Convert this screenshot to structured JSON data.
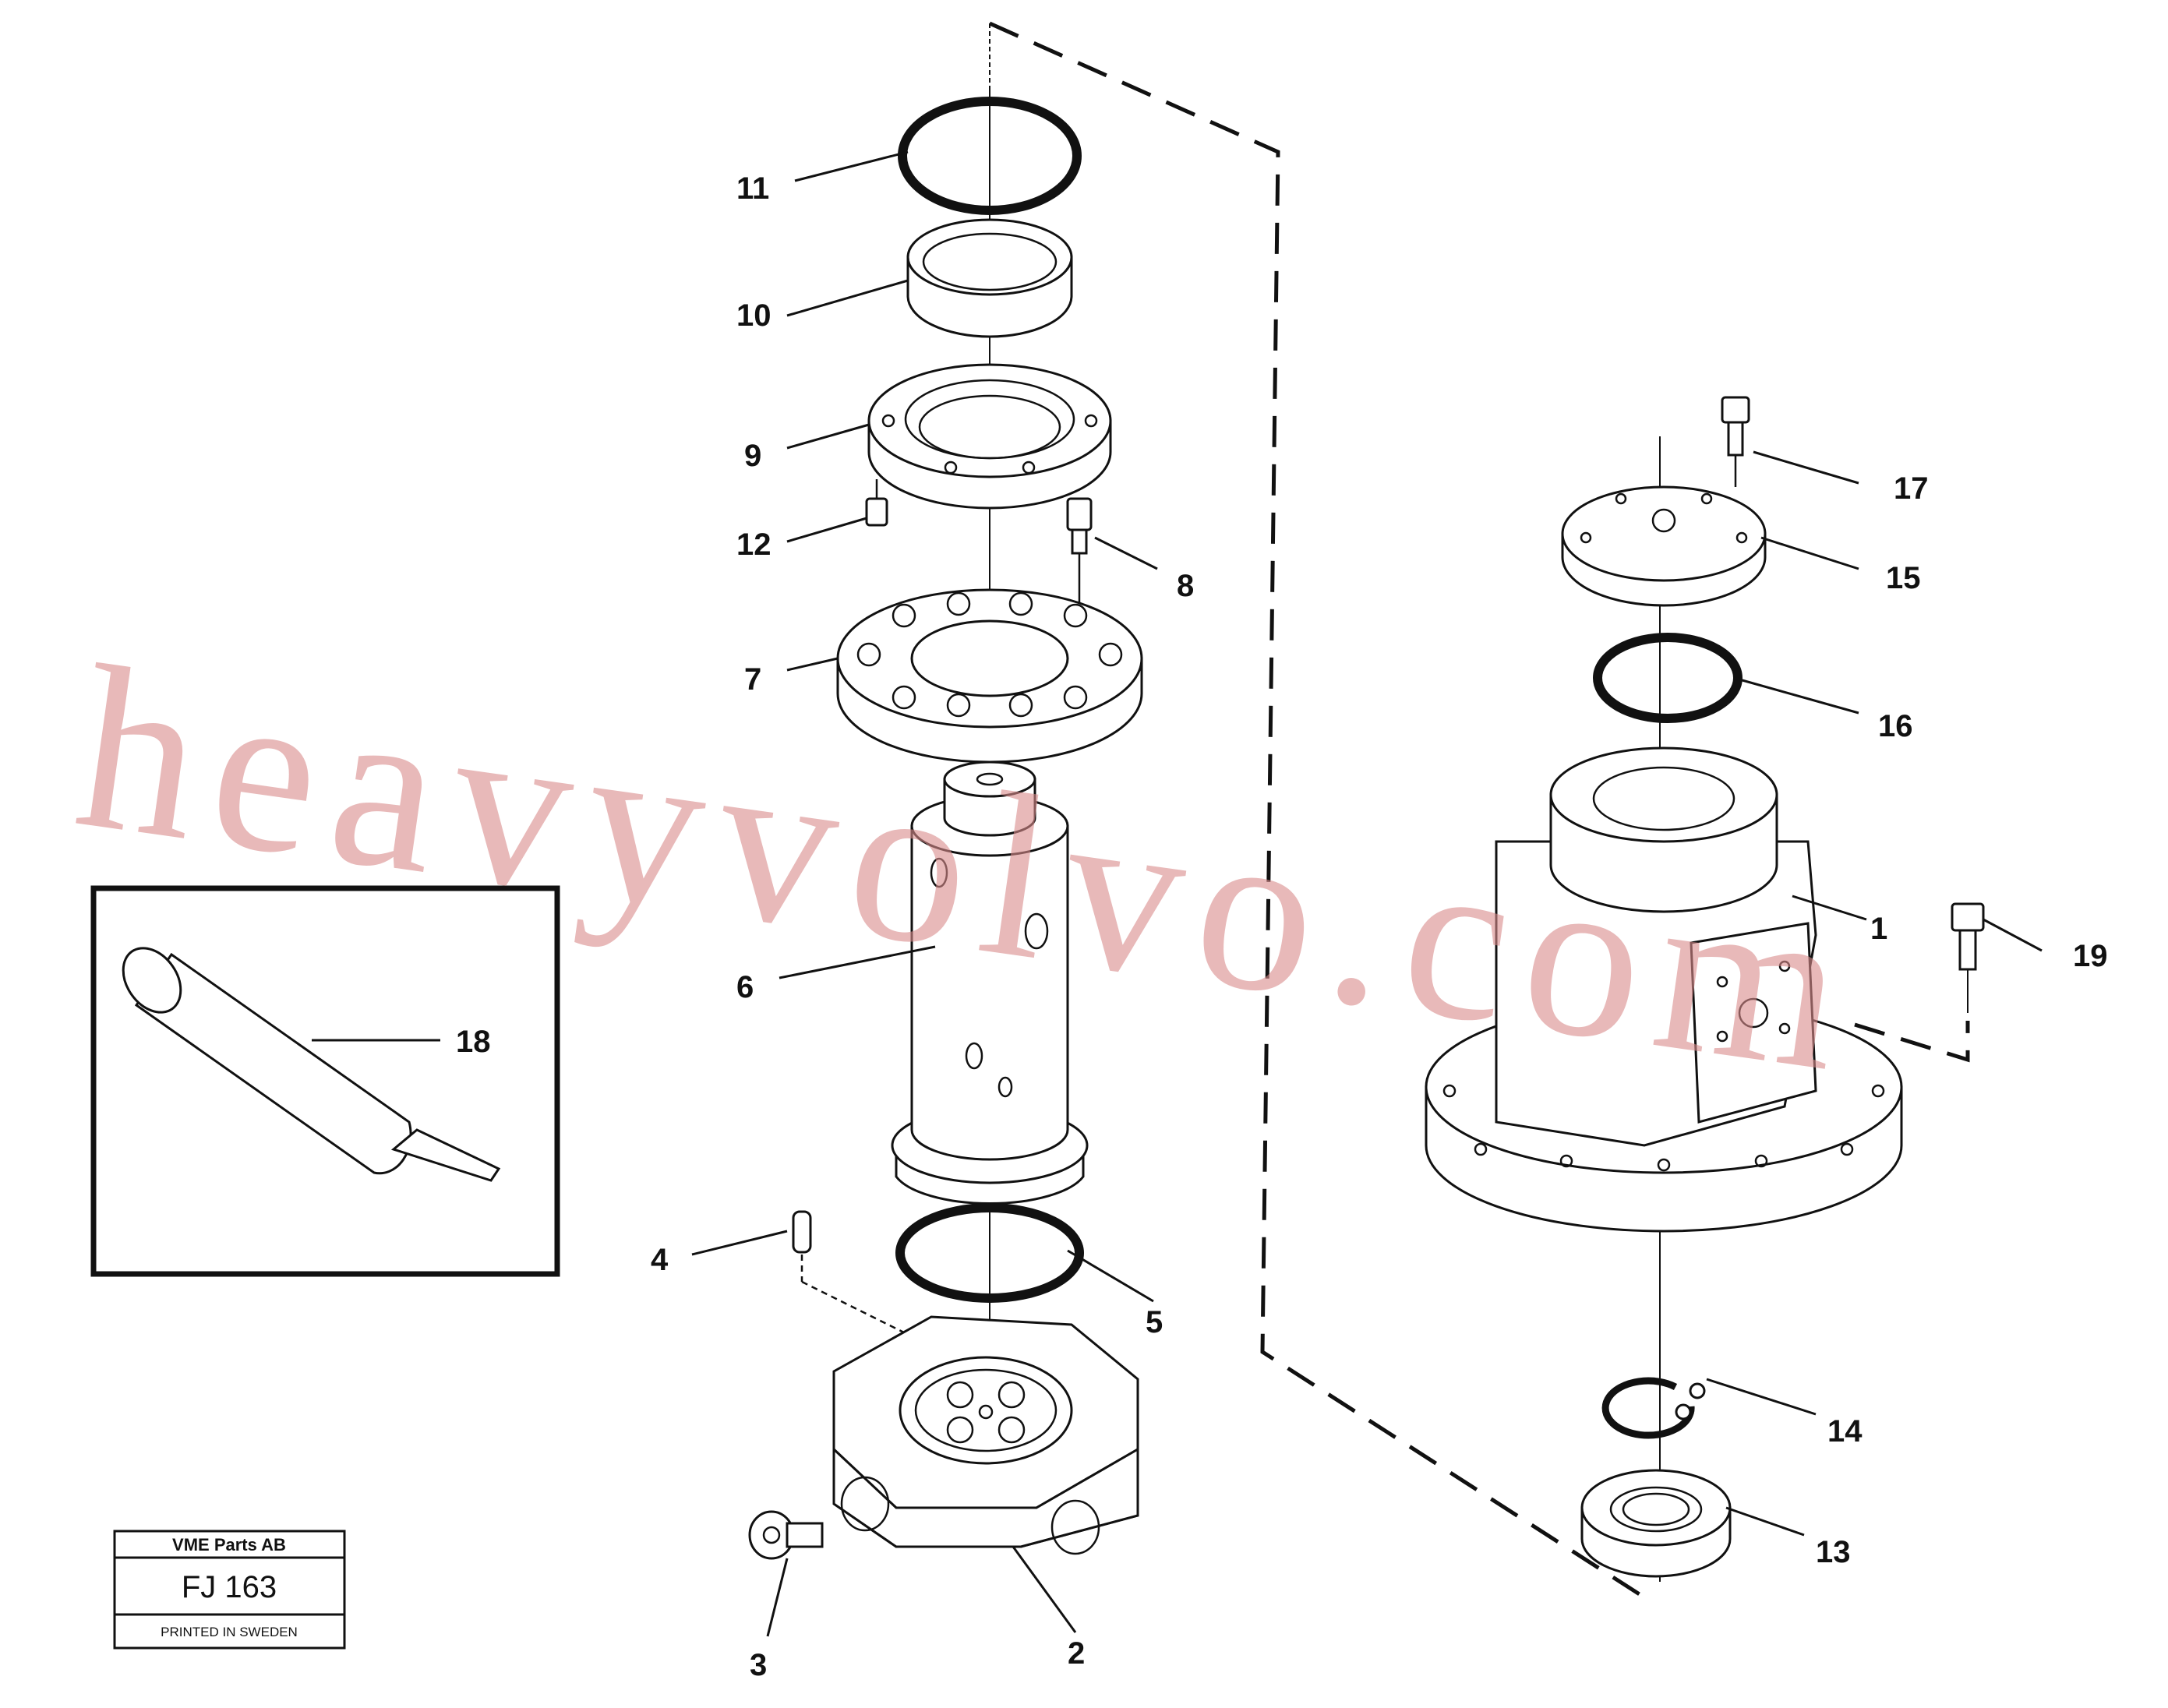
{
  "watermark": {
    "text": "heavyvolvo.com"
  },
  "stamp": {
    "company": "VME Parts AB",
    "code": "FJ 163",
    "footer": "PRINTED IN SWEDEN"
  },
  "callouts": {
    "c1": "1",
    "c2": "2",
    "c3": "3",
    "c4": "4",
    "c5": "5",
    "c6": "6",
    "c7": "7",
    "c8": "8",
    "c9": "9",
    "c10": "10",
    "c11": "11",
    "c12": "12",
    "c13": "13",
    "c14": "14",
    "c15": "15",
    "c16": "16",
    "c17": "17",
    "c18": "18",
    "c19": "19"
  }
}
